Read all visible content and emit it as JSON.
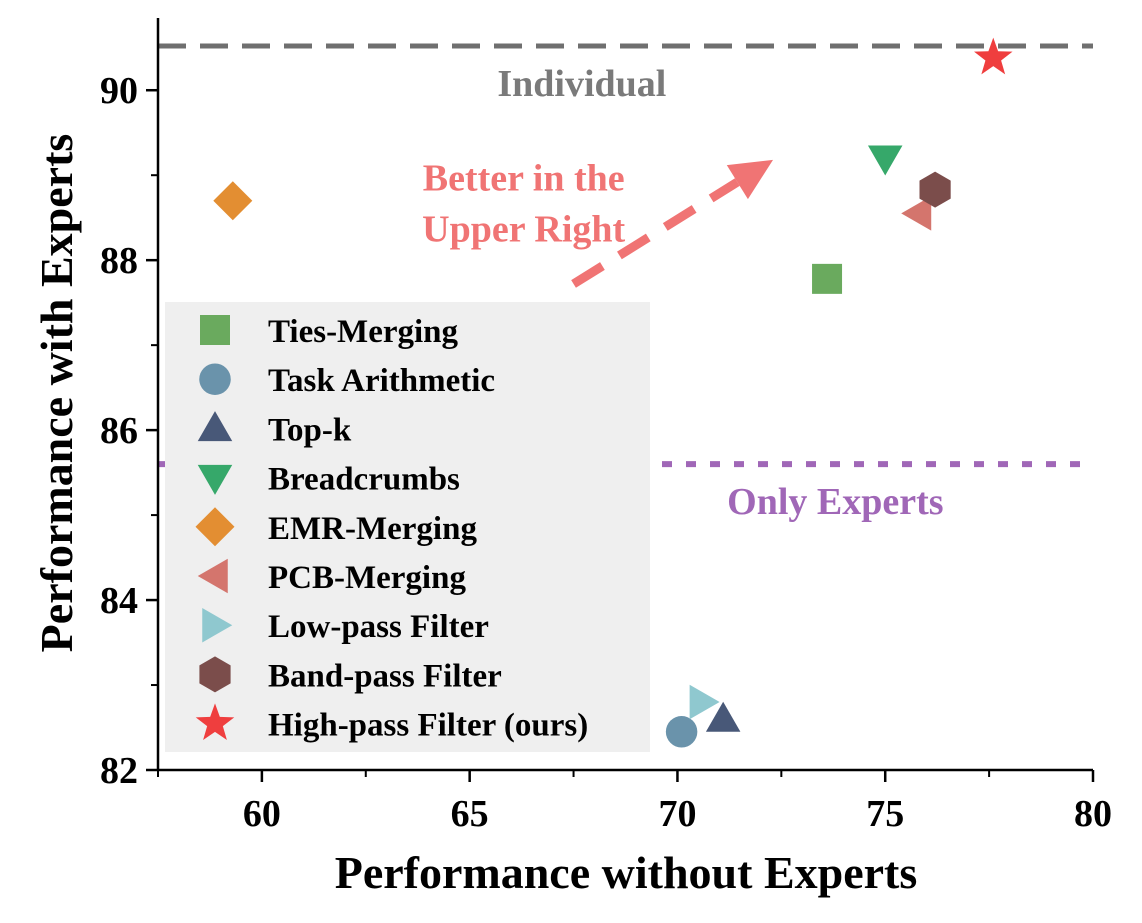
{
  "chart_data": {
    "type": "scatter",
    "title": "",
    "xlabel": "Performance without Experts",
    "ylabel": "Performance with Experts",
    "xlim": [
      57.5,
      80
    ],
    "ylim": [
      82,
      90.85
    ],
    "x_ticks": [
      60,
      65,
      70,
      75,
      80
    ],
    "y_ticks": [
      82,
      84,
      86,
      88,
      90
    ],
    "x_minor_ticks": [
      57.5,
      62.5,
      67.5,
      72.5,
      77.5
    ],
    "y_minor_ticks": [
      83,
      85,
      87,
      89
    ],
    "grid": false,
    "legend_position": "center-left",
    "series": [
      {
        "name": "Ties-Merging",
        "marker": "square",
        "color": "#6aaa5e",
        "points": [
          [
            73.6,
            87.78
          ]
        ]
      },
      {
        "name": "Task Arithmetic",
        "marker": "circle",
        "color": "#6a93ab",
        "points": [
          [
            70.1,
            82.45
          ]
        ]
      },
      {
        "name": "Top-k",
        "marker": "triangle-up",
        "color": "#485878",
        "points": [
          [
            71.1,
            82.6
          ]
        ]
      },
      {
        "name": "Breadcrumbs",
        "marker": "triangle-down",
        "color": "#36a86a",
        "points": [
          [
            75.0,
            89.2
          ]
        ]
      },
      {
        "name": "EMR-Merging",
        "marker": "diamond",
        "color": "#e38e32",
        "points": [
          [
            59.3,
            88.7
          ]
        ]
      },
      {
        "name": "PCB-Merging",
        "marker": "triangle-left",
        "color": "#d4756d",
        "points": [
          [
            75.8,
            88.55
          ]
        ]
      },
      {
        "name": "Low-pass Filter",
        "marker": "triangle-right",
        "color": "#8fc8cf",
        "points": [
          [
            70.6,
            82.8
          ]
        ]
      },
      {
        "name": "Band-pass Filter",
        "marker": "hexagon",
        "color": "#7b4d4b",
        "points": [
          [
            76.2,
            88.83
          ]
        ]
      },
      {
        "name": "High-pass Filter (ours)",
        "marker": "star",
        "color": "#ef3e3e",
        "points": [
          [
            77.6,
            90.38
          ]
        ]
      }
    ],
    "reference_lines": [
      {
        "label": "Individual",
        "y": 90.52,
        "style": "dashed",
        "color": "#6f6f6f",
        "label_color": "#7a7a7a",
        "label_x": 67.7
      },
      {
        "label": "Only Experts",
        "y": 85.6,
        "style": "dotted",
        "color": "#a067b7",
        "label_color": "#a067b7",
        "label_x": 73.8
      }
    ],
    "annotation": {
      "lines": [
        "Better in the",
        "Upper Right"
      ],
      "color": "#f07474",
      "text_x": 66.3,
      "text_y_top": 88.82,
      "text_y_bottom": 88.22,
      "arrow": {
        "from": [
          67.5,
          87.72
        ],
        "to": [
          72.3,
          89.18
        ]
      }
    }
  }
}
